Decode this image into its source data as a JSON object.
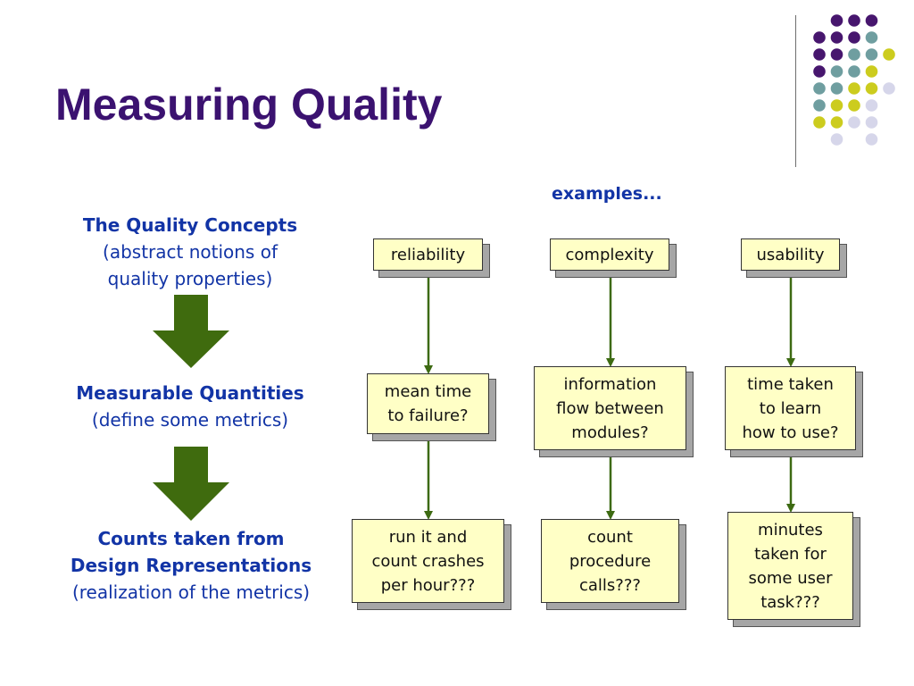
{
  "title": "Measuring Quality",
  "colors": {
    "title": "#3b1270",
    "label": "#1234a6",
    "box_fill": "#ffffc6",
    "connector": "#3d6a12",
    "big_arrow": "#3f6b0e",
    "dot_purple": "#47166e",
    "dot_teal": "#6f9ea0",
    "dot_yellow": "#cccc1e",
    "dot_lavender": "#d6d6ea"
  },
  "examples_label": "examples...",
  "levels": [
    {
      "bold": "The Quality Concepts",
      "lines": [
        "(abstract notions of",
        "quality properties)"
      ]
    },
    {
      "bold": "Measurable Quantities",
      "lines": [
        "(define some metrics)"
      ]
    },
    {
      "bold_lines": [
        "Counts taken from",
        "Design Representations"
      ],
      "lines": [
        "(realization of the metrics)"
      ]
    }
  ],
  "columns": [
    {
      "concept": "reliability",
      "quantity": "mean time\nto failure?",
      "count": "run it and\ncount crashes\nper hour???"
    },
    {
      "concept": "complexity",
      "quantity": "information\nflow between\nmodules?",
      "count": "count\nprocedure\ncalls???"
    },
    {
      "concept": "usability",
      "quantity": "time taken\nto learn\nhow to use?",
      "count": "minutes\ntaken for\nsome user\ntask???"
    }
  ]
}
